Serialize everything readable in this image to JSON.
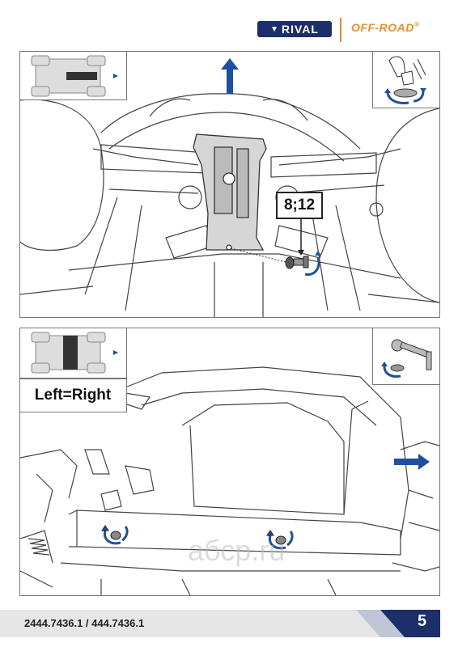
{
  "header": {
    "logo_text": "RIVAL",
    "brand_text": "OFF-ROAD",
    "trademark": "®",
    "accent_color": "#f28c28",
    "brand_color": "#1c2f6b"
  },
  "step1": {
    "bolt_label": "8;12",
    "vehicle_icon": "vehicle-top-view-icon",
    "tool_icon": "hand-screw-icon",
    "arrow_icon": "up-arrow-icon"
  },
  "step2": {
    "side_label": "Left=Right",
    "vehicle_icon": "vehicle-top-view-icon",
    "tool_icon": "ratchet-wrench-icon",
    "arrow_icon": "right-arrow-icon"
  },
  "footer": {
    "part_numbers": "2444.7436.1 / 444.7436.1",
    "page_number": "5"
  },
  "watermark": "абср.ru"
}
